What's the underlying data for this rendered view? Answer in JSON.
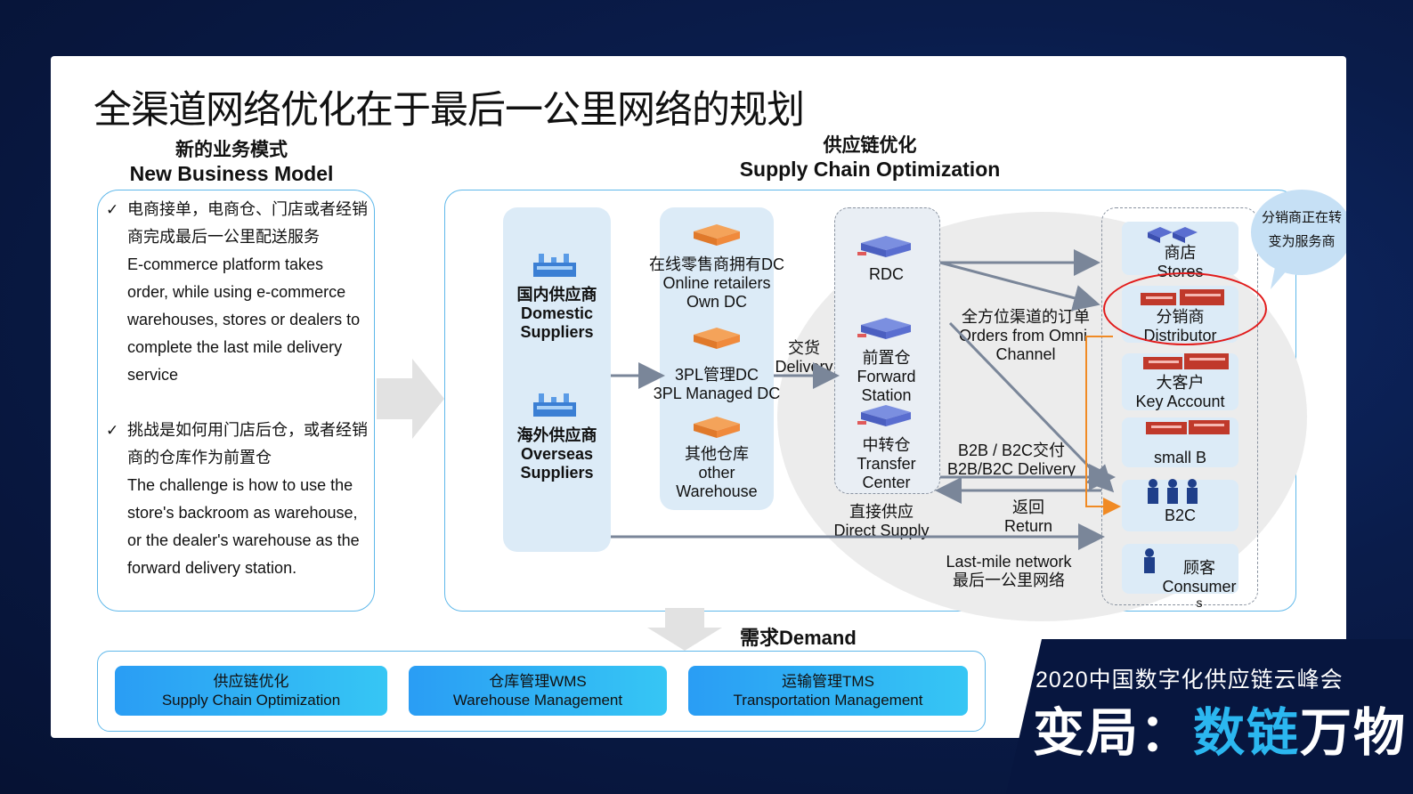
{
  "title": "全渠道网络优化在于最后一公里网络的规划",
  "left_section": {
    "heading_cn": "新的业务模式",
    "heading_en": "New Business Model",
    "bullet1_cn_1": "电商接单，电商仓、门店或者经销",
    "bullet1_cn_2": "商完成最后一公里配送服务",
    "bullet1_en_1": "E-commerce platform takes",
    "bullet1_en_2": "order, while using e-commerce",
    "bullet1_en_3": "warehouses, stores or dealers to",
    "bullet1_en_4": "complete the last mile delivery",
    "bullet1_en_5": "service",
    "bullet2_cn_1": "挑战是如何用门店后仓，或者经销",
    "bullet2_cn_2": "商的仓库作为前置仓",
    "bullet2_en_1": "The challenge is how to use the",
    "bullet2_en_2": "store's backroom as warehouse,",
    "bullet2_en_3": "or the dealer's warehouse as the",
    "bullet2_en_4": "forward delivery station.",
    "check_glyph": "✓"
  },
  "right_section": {
    "heading_cn": "供应链优化",
    "heading_en": "Supply Chain Optimization"
  },
  "suppliers": {
    "domestic_cn": "国内供应商",
    "domestic_en_1": "Domestic",
    "domestic_en_2": "Suppliers",
    "overseas_cn": "海外供应商",
    "overseas_en_1": "Overseas",
    "overseas_en_2": "Suppliers"
  },
  "dcs": {
    "online_cn": "在线零售商拥有DC",
    "online_en_1": "Online retailers",
    "online_en_2": "Own DC",
    "tpl_cn": "3PL管理DC",
    "tpl_en": "3PL Managed DC",
    "other_cn": "其他仓库",
    "other_en_1": "other",
    "other_en_2": "Warehouse"
  },
  "delivery": {
    "cn": "交货",
    "en": "Delivery"
  },
  "stations": {
    "rdc": "RDC",
    "forward_cn": "前置仓",
    "forward_en_1": "Forward",
    "forward_en_2": "Station",
    "transfer_cn": "中转仓",
    "transfer_en_1": "Transfer",
    "transfer_en_2": "Center"
  },
  "flows": {
    "omni_cn": "全方位渠道的订单",
    "omni_en_1": "Orders from Omni-",
    "omni_en_2": "Channel",
    "b2b_cn": "B2B / B2C交付",
    "b2b_en": "B2B/B2C Delivery",
    "direct_cn": "直接供应",
    "direct_en": "Direct Supply",
    "return_cn": "返回",
    "return_en": "Return",
    "lastmile_en": "Last-mile network",
    "lastmile_cn": "最后一公里网络"
  },
  "customers": {
    "stores_cn": "商店",
    "stores_en": "Stores",
    "distributor_cn": "分销商",
    "distributor_en": "Distributor",
    "key_cn": "大客户",
    "key_en": "Key Account",
    "smallb": "small B",
    "b2c": "B2C",
    "consumer_cn": "顾客",
    "consumer_en_1": "Consumer",
    "consumer_en_2": "s"
  },
  "bubble": {
    "line1": "分销商正在转",
    "line2": "变为服务商"
  },
  "demand": {
    "label": "需求Demand",
    "btn1_cn": "供应链优化",
    "btn1_en": "Supply Chain Optimization",
    "btn2_cn": "仓库管理WMS",
    "btn2_en": "Warehouse Management",
    "btn3_cn": "运输管理TMS",
    "btn3_en": "Transportation Management"
  },
  "banner": {
    "top": "2020中国数字化供应链云峰会",
    "main_a": "变局：",
    "main_b": "数链",
    "main_c": "万物"
  },
  "colors": {
    "accent": "#2bb7f0",
    "border": "#5fb8ea",
    "highlight": "#e11b1b",
    "return_arrow": "#f08a24"
  }
}
